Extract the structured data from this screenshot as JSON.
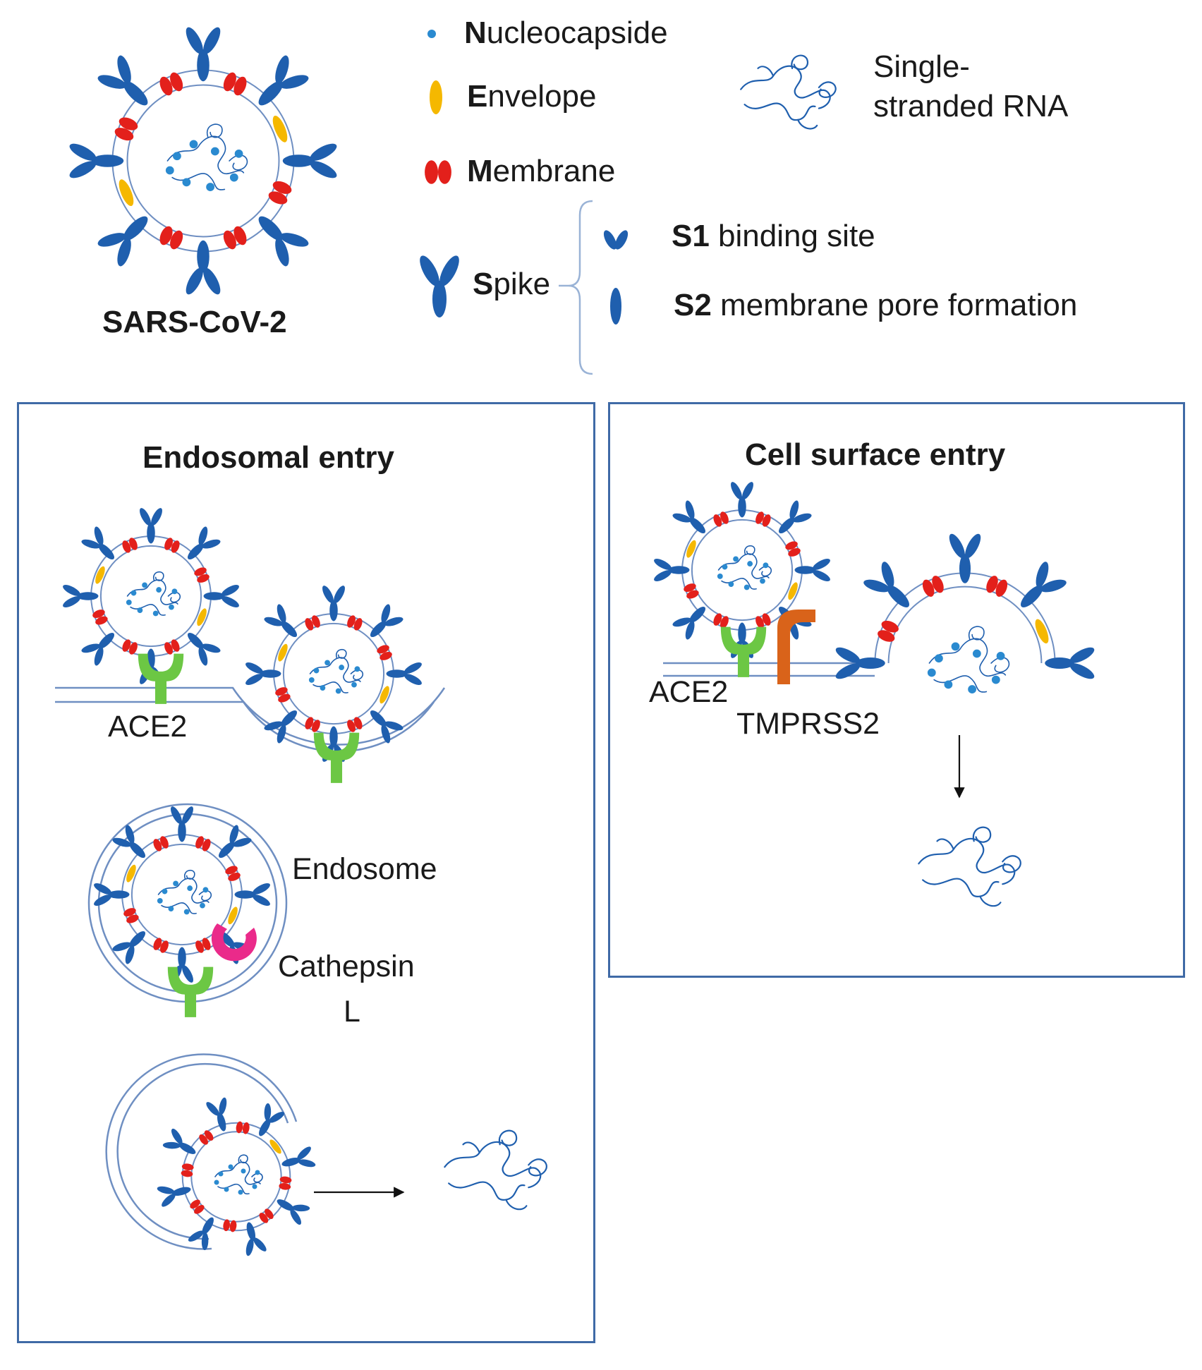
{
  "virus_label": "SARS-CoV-2",
  "legend": {
    "nucleocapside": {
      "initial": "N",
      "rest": "ucleocapside"
    },
    "envelope": {
      "initial": "E",
      "rest": "nvelope"
    },
    "membrane": {
      "initial": "M",
      "rest": "embrane"
    },
    "spike": {
      "initial": "S",
      "rest": "pike"
    },
    "rna": {
      "line1": "Single-",
      "line2": "stranded RNA"
    },
    "s1": {
      "code": "S1",
      "text": " binding site"
    },
    "s2": {
      "code": "S2",
      "text": " membrane pore formation"
    }
  },
  "endosomal": {
    "title": "Endosomal entry",
    "ace2": "ACE2",
    "endosome": "Endosome",
    "cathepsin_line1": "Cathepsin",
    "cathepsin_line2": "L"
  },
  "surface": {
    "title": "Cell surface entry",
    "ace2": "ACE2",
    "tmprss2": "TMPRSS2"
  },
  "colors": {
    "spike": "#1f5fae",
    "membrane": "#e3201b",
    "envelope": "#f5b800",
    "ace2": "#6cc744",
    "tmprss2": "#d9631a",
    "cathepsin": "#ea2a8a",
    "panel_border": "#3f6aa6",
    "membrane_line": "#6f8fc2"
  }
}
